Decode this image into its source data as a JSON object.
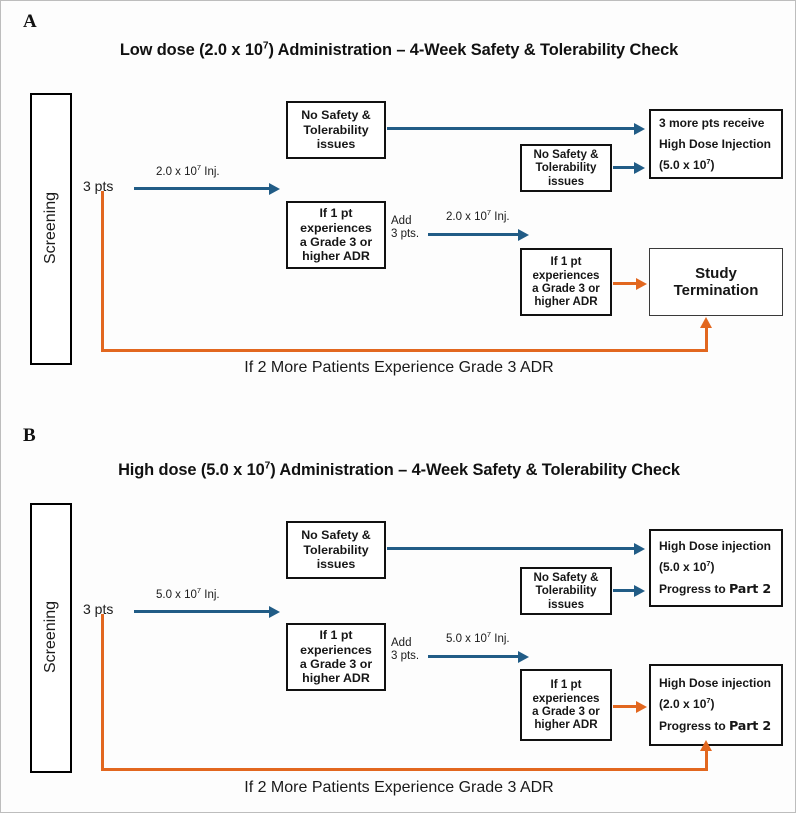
{
  "figure": {
    "background": "#fdfdfd",
    "accent_blue": "#215c86",
    "accent_orange": "#e2671f"
  },
  "panels": [
    {
      "letter": "A",
      "title_pre": "Low dose (2.0 x 10",
      "title_sup": "7",
      "title_post": ") Administration – 4-Week Safety & Tolerability Check",
      "screening_label": "Screening",
      "start_label": "3 pts",
      "edge_labels": {
        "first_inj_pre": "2.0 x 10",
        "first_inj_sup": "7",
        "first_inj_post": " Inj.",
        "add_line1": "Add",
        "add_line2": "3 pts.",
        "second_inj_pre": "2.0 x 10",
        "second_inj_sup": "7",
        "second_inj_post": " Inj."
      },
      "box_no_safety_top": [
        "No Safety &",
        "Tolerability",
        "issues"
      ],
      "box_adr_mid": [
        "If 1 pt",
        "experiences",
        "a Grade 3 or",
        "higher ADR"
      ],
      "box_no_safety_mid": [
        "No Safety &",
        "Tolerability",
        "issues"
      ],
      "box_adr_low": [
        "If 1 pt",
        "experiences",
        "a Grade 3 or",
        "higher ADR"
      ],
      "box_outcome_top": {
        "line1": "3 more pts receive",
        "line2": "High Dose Injection",
        "line3_pre": "(5.0 x 10",
        "line3_sup": "7",
        "line3_post": ")"
      },
      "box_outcome_bottom": [
        "Study",
        "Termination"
      ],
      "bottom_caption": "If 2 More Patients Experience Grade 3 ADR"
    },
    {
      "letter": "B",
      "title_pre": "High dose (5.0 x 10",
      "title_sup": "7",
      "title_post": ") Administration – 4-Week Safety & Tolerability Check",
      "screening_label": "Screening",
      "start_label": "3 pts",
      "edge_labels": {
        "first_inj_pre": "5.0 x 10",
        "first_inj_sup": "7",
        "first_inj_post": " Inj.",
        "add_line1": "Add",
        "add_line2": "3 pts.",
        "second_inj_pre": "5.0 x 10",
        "second_inj_sup": "7",
        "second_inj_post": " Inj."
      },
      "box_no_safety_top": [
        "No Safety &",
        "Tolerability",
        "issues"
      ],
      "box_adr_mid": [
        "If 1 pt",
        "experiences",
        "a Grade 3 or",
        "higher ADR"
      ],
      "box_no_safety_mid": [
        "No Safety &",
        "Tolerability",
        "issues"
      ],
      "box_adr_low": [
        "If 1 pt",
        "experiences",
        "a Grade 3 or",
        "higher ADR"
      ],
      "box_outcome_top": {
        "line1": "High Dose injection",
        "line2_pre": "(5.0 x 10",
        "line2_sup": "7",
        "line2_post": ")",
        "line3_pre": "Progress to ",
        "line3_part": "Part 2"
      },
      "box_outcome_bottom": {
        "line1": "High Dose injection",
        "line2_pre": "(2.0 x 10",
        "line2_sup": "7",
        "line2_post": ")",
        "line3_pre": "Progress to ",
        "line3_part": "Part 2"
      },
      "bottom_caption": "If 2 More Patients Experience Grade 3 ADR"
    }
  ]
}
